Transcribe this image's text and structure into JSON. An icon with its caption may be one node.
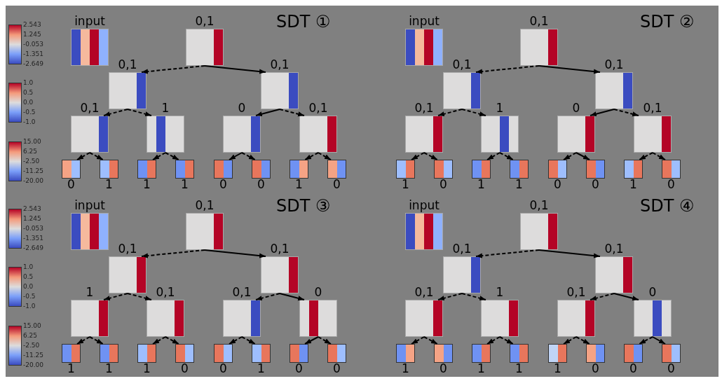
{
  "diagram": {
    "nodes": [
      {
        "text": [
          "input"
        ]
      },
      {
        "text": [
          "0,1"
        ]
      },
      {
        "text": [
          "0,1"
        ]
      },
      {
        "text": [
          "0,1"
        ]
      },
      {
        "text": [
          "0,1"
        ]
      },
      {
        "text": [
          "1"
        ]
      },
      {
        "text": [
          "0"
        ]
      },
      {
        "text": [
          "0,1"
        ]
      },
      {
        "text": [
          "0"
        ]
      },
      {
        "text": [
          "1"
        ]
      },
      {
        "text": [
          "1"
        ]
      },
      {
        "text": [
          "1"
        ]
      },
      {
        "text": [
          "0"
        ]
      },
      {
        "text": [
          "0"
        ]
      },
      {
        "text": [
          "1"
        ]
      },
      {
        "text": [
          "0"
        ]
      },
      {
        "text": [
          "input"
        ]
      },
      {
        "text": [
          "0,1"
        ]
      },
      {
        "text": [
          "0,1"
        ]
      },
      {
        "text": [
          "0,1"
        ]
      },
      {
        "text": [
          "0,1"
        ]
      },
      {
        "text": [
          "1"
        ]
      },
      {
        "text": [
          "0"
        ]
      },
      {
        "text": [
          "0,1"
        ]
      },
      {
        "text": [
          "1"
        ]
      },
      {
        "text": [
          "0"
        ]
      },
      {
        "text": [
          "1"
        ]
      },
      {
        "text": [
          "1"
        ]
      },
      {
        "text": [
          "0"
        ]
      },
      {
        "text": [
          "0"
        ]
      },
      {
        "text": [
          "1"
        ]
      },
      {
        "text": [
          "0"
        ]
      },
      {
        "text": [
          "input"
        ]
      },
      {
        "text": [
          "0,1"
        ]
      },
      {
        "text": [
          "0,1"
        ]
      },
      {
        "text": [
          "0,1"
        ]
      },
      {
        "text": [
          "1"
        ]
      },
      {
        "text": [
          "0,1"
        ]
      },
      {
        "text": [
          "0,1"
        ]
      },
      {
        "text": [
          "0"
        ]
      },
      {
        "text": [
          "1"
        ]
      },
      {
        "text": [
          "1"
        ]
      },
      {
        "text": [
          "1"
        ]
      },
      {
        "text": [
          "0"
        ]
      },
      {
        "text": [
          "0"
        ]
      },
      {
        "text": [
          "1"
        ]
      },
      {
        "text": [
          "0"
        ]
      },
      {
        "text": [
          "0"
        ]
      },
      {
        "text": [
          "input"
        ]
      },
      {
        "text": [
          "0,1"
        ]
      },
      {
        "text": [
          "0,1"
        ]
      },
      {
        "text": [
          "0,1"
        ]
      },
      {
        "text": [
          "0,1"
        ]
      },
      {
        "text": [
          "1"
        ]
      },
      {
        "text": [
          "0,1"
        ]
      },
      {
        "text": [
          "0"
        ]
      },
      {
        "text": [
          "1"
        ]
      },
      {
        "text": [
          "0"
        ]
      },
      {
        "text": [
          "1"
        ]
      },
      {
        "text": [
          "1"
        ]
      },
      {
        "text": [
          "1"
        ]
      },
      {
        "text": [
          "0"
        ]
      },
      {
        "text": [
          "0"
        ]
      },
      {
        "text": [
          "0"
        ]
      }
    ],
    "edges": [
      {
        "from": 1,
        "to": 2,
        "arrow": "to",
        "style": "dashed"
      },
      {
        "from": 1,
        "to": 3,
        "arrow": "to"
      },
      {
        "from": 2,
        "to": 4,
        "arrow": "to",
        "style": "dashed"
      },
      {
        "from": 2,
        "to": 5,
        "arrow": "to",
        "style": "dashed"
      },
      {
        "from": 3,
        "to": 6,
        "arrow": "to"
      },
      {
        "from": 3,
        "to": 7,
        "arrow": "to",
        "style": "dashed"
      },
      {
        "from": 4,
        "to": 8,
        "arrow": "to",
        "style": "dashed"
      },
      {
        "from": 4,
        "to": 9,
        "arrow": "to",
        "style": "dashed"
      },
      {
        "from": 5,
        "to": 10,
        "arrow": "to",
        "style": "dashed"
      },
      {
        "from": 5,
        "to": 11,
        "arrow": "to",
        "style": "dashed"
      },
      {
        "from": 6,
        "to": 12,
        "arrow": "to"
      },
      {
        "from": 6,
        "to": 13,
        "arrow": "to",
        "style": "dashed"
      },
      {
        "from": 7,
        "to": 14,
        "arrow": "to",
        "style": "dashed"
      },
      {
        "from": 7,
        "to": 15,
        "arrow": "to",
        "style": "dashed"
      },
      {
        "from": 17,
        "to": 18,
        "arrow": "to",
        "style": "dashed"
      },
      {
        "from": 17,
        "to": 19,
        "arrow": "to"
      },
      {
        "from": 18,
        "to": 20,
        "arrow": "to",
        "style": "dashed"
      },
      {
        "from": 18,
        "to": 21,
        "arrow": "to",
        "style": "dashed"
      },
      {
        "from": 19,
        "to": 22,
        "arrow": "to"
      },
      {
        "from": 19,
        "to": 23,
        "arrow": "to",
        "style": "dashed"
      },
      {
        "from": 20,
        "to": 24,
        "arrow": "to",
        "style": "dashed"
      },
      {
        "from": 20,
        "to": 25,
        "arrow": "to",
        "style": "dashed"
      },
      {
        "from": 21,
        "to": 26,
        "arrow": "to",
        "style": "dashed"
      },
      {
        "from": 21,
        "to": 27,
        "arrow": "to",
        "style": "dashed"
      },
      {
        "from": 22,
        "to": 28,
        "arrow": "to",
        "style": "dashed"
      },
      {
        "from": 22,
        "to": 29,
        "arrow": "to"
      },
      {
        "from": 23,
        "to": 30,
        "arrow": "to",
        "style": "dashed"
      },
      {
        "from": 23,
        "to": 31,
        "arrow": "to",
        "style": "dashed"
      },
      {
        "from": 33,
        "to": 34,
        "arrow": "to",
        "style": "dashed"
      },
      {
        "from": 33,
        "to": 35,
        "arrow": "to"
      },
      {
        "from": 34,
        "to": 36,
        "arrow": "to",
        "style": "dashed"
      },
      {
        "from": 34,
        "to": 37,
        "arrow": "to",
        "style": "dashed"
      },
      {
        "from": 35,
        "to": 38,
        "arrow": "to",
        "style": "dashed"
      },
      {
        "from": 35,
        "to": 39,
        "arrow": "to"
      },
      {
        "from": 36,
        "to": 40,
        "arrow": "to",
        "style": "dashed"
      },
      {
        "from": 36,
        "to": 41,
        "arrow": "to",
        "style": "dashed"
      },
      {
        "from": 37,
        "to": 42,
        "arrow": "to",
        "style": "dashed"
      },
      {
        "from": 37,
        "to": 43,
        "arrow": "to",
        "style": "dashed"
      },
      {
        "from": 38,
        "to": 44,
        "arrow": "to",
        "style": "dashed"
      },
      {
        "from": 38,
        "to": 45,
        "arrow": "to",
        "style": "dashed"
      },
      {
        "from": 39,
        "to": 46,
        "arrow": "to"
      },
      {
        "from": 39,
        "to": 47,
        "arrow": "to",
        "style": "dashed"
      },
      {
        "from": 49,
        "to": 50,
        "arrow": "to",
        "style": "dashed"
      },
      {
        "from": 49,
        "to": 51,
        "arrow": "to"
      },
      {
        "from": 50,
        "to": 52,
        "arrow": "to",
        "style": "dashed"
      },
      {
        "from": 50,
        "to": 53,
        "arrow": "to",
        "style": "dashed"
      },
      {
        "from": 51,
        "to": 54,
        "arrow": "to",
        "style": "dashed"
      },
      {
        "from": 51,
        "to": 55,
        "arrow": "to"
      },
      {
        "from": 52,
        "to": 56,
        "arrow": "to",
        "style": "dashed"
      },
      {
        "from": 52,
        "to": 57,
        "arrow": "to",
        "style": "dashed"
      },
      {
        "from": 53,
        "to": 58,
        "arrow": "to",
        "style": "dashed"
      },
      {
        "from": 53,
        "to": 59,
        "arrow": "to",
        "style": "dashed"
      },
      {
        "from": 54,
        "to": 60,
        "arrow": "to",
        "style": "dashed"
      },
      {
        "from": 54,
        "to": 61,
        "arrow": "to",
        "style": "dashed"
      },
      {
        "from": 55,
        "to": 62,
        "arrow": "to",
        "style": "dashed"
      },
      {
        "from": 55,
        "to": 63,
        "arrow": "to"
      }
    ],
    "labels": [
      "2.543",
      "1.245",
      "-0.053",
      "-1.351",
      "-2.649",
      "1.0",
      "0.5",
      "0.0",
      "-0.5",
      "-1.0",
      "15.00",
      "6.25",
      "-2.50",
      "-11.25",
      "-20.00",
      "SDT ①",
      "SDT ②",
      "2.543",
      "1.245",
      "-0.053",
      "-1.351",
      "-2.649",
      "1.0",
      "0.5",
      "0.0",
      "-0.5",
      "-1.0",
      "15.00",
      "6.25",
      "-2.50",
      "-11.25",
      "-20.00",
      "SDT ③",
      "SDT ④"
    ]
  }
}
